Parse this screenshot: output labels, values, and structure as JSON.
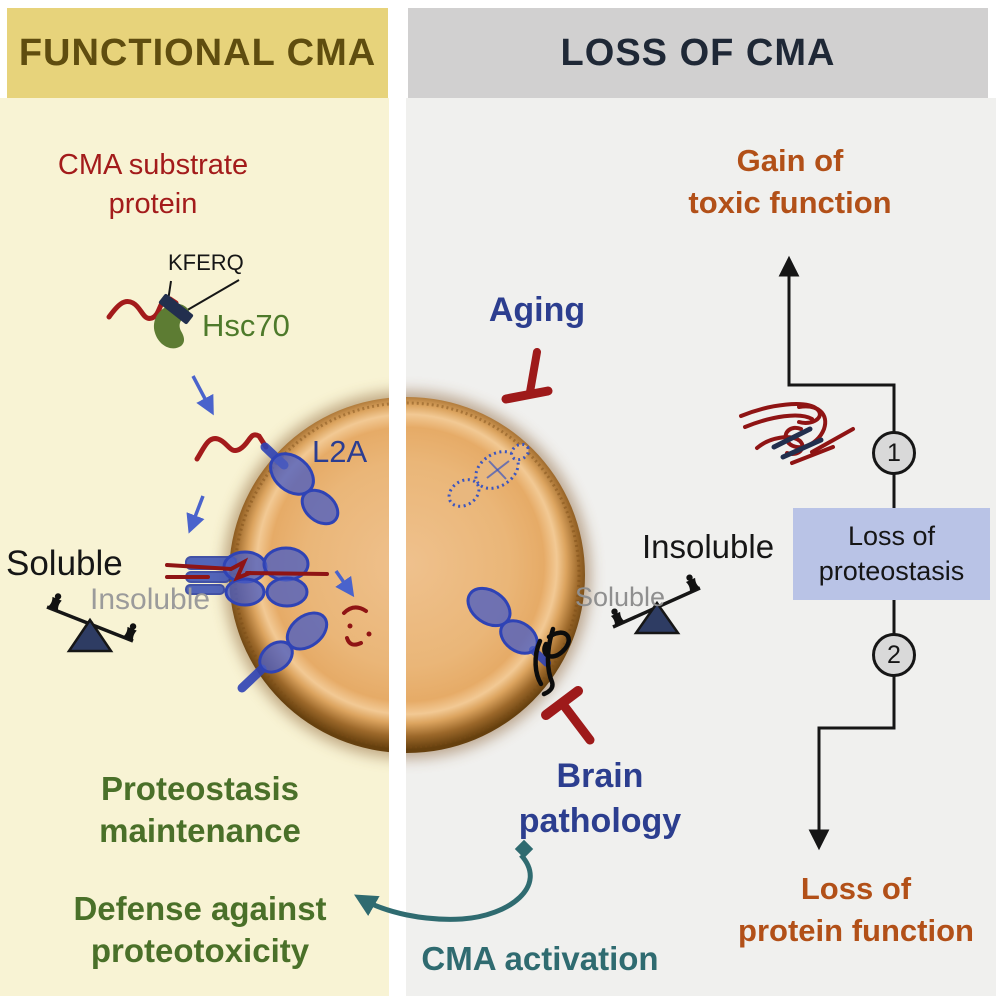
{
  "left_panel": {
    "header": "FUNCTIONAL CMA",
    "substrate": {
      "line1": "CMA substrate",
      "line2": "protein"
    },
    "kferq": "KFERQ",
    "hsc70": "Hsc70",
    "l2a": "L2A",
    "scale": {
      "soluble": "Soluble",
      "insoluble": "Insoluble"
    },
    "outcome_1": {
      "line1": "Proteostasis",
      "line2": "maintenance"
    },
    "outcome_2": {
      "line1": "Defense against",
      "line2": "proteotoxicity"
    }
  },
  "right_panel": {
    "header": "LOSS OF CMA",
    "aging": "Aging",
    "gain_of_toxic": {
      "line1": "Gain of",
      "line2": "toxic function"
    },
    "scale": {
      "insoluble": "Insoluble",
      "soluble": "Soluble"
    },
    "loss_of_proteostasis": {
      "line1": "Loss of",
      "line2": "proteostasis"
    },
    "step_1": "1",
    "step_2": "2",
    "brain_pathology": {
      "line1": "Brain",
      "line2": "pathology"
    },
    "loss_of_function": {
      "line1": "Loss of",
      "line2": "protein function"
    },
    "cma_activation": "CMA activation"
  },
  "colors": {
    "left_band": "#e7d37b",
    "left_bg": "#f8f3d4",
    "right_band": "#d1d0d0",
    "right_bg": "#f0f0ee",
    "dark_red": "#a31b1b",
    "inhibition_red": "#9e1a1a",
    "green_text": "#4a7029",
    "hsc70_green": "#5d7c33",
    "navy_text": "#2b3d91",
    "receptor_blue": "#4c5ec2",
    "rust_text": "#b25018",
    "teal": "#2f6b70",
    "proteostasis_box": "#b9c3e6",
    "lysosome_fill": "#eab678",
    "lysosome_rim": "#6f430f"
  }
}
